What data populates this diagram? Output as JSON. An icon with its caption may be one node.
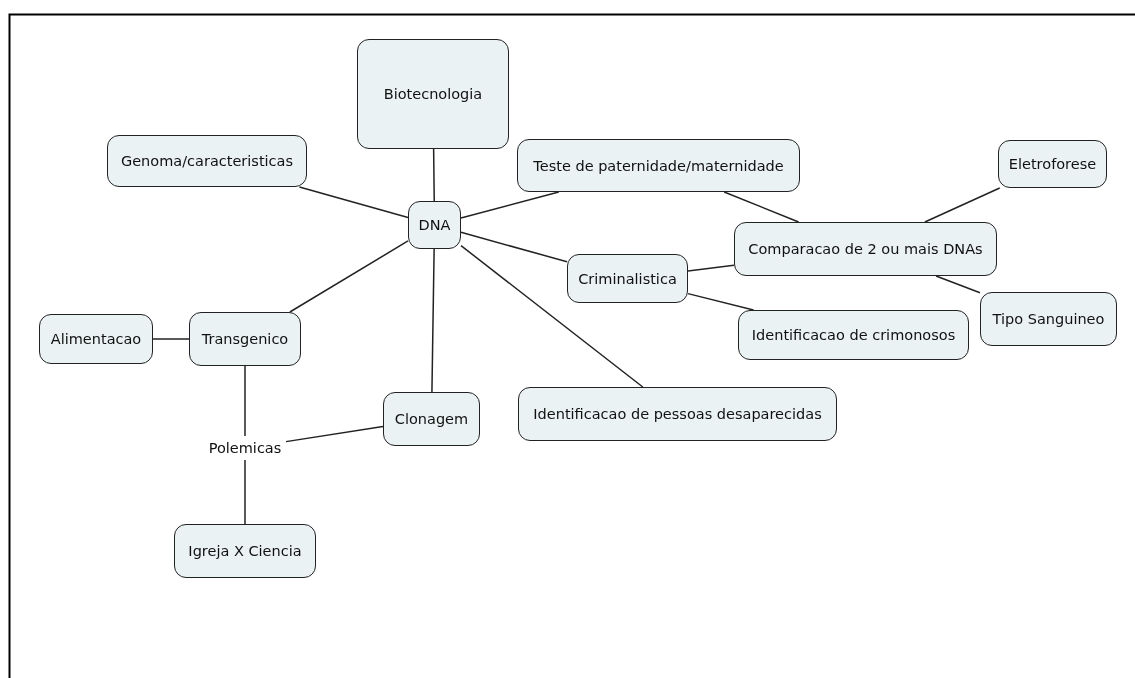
{
  "diagram": {
    "nodes": [
      {
        "text": [
          "Biotecnologia"
        ]
      },
      {
        "text": [
          "Genoma/caracteristicas"
        ]
      },
      {
        "text": [
          "Teste de paternidade/maternidade"
        ]
      },
      {
        "text": [
          "DNA"
        ]
      },
      {
        "text": [
          "Eletroforese"
        ]
      },
      {
        "text": [
          "Comparacao de 2 ou mais DNAs"
        ]
      },
      {
        "text": [
          "Criminalistica"
        ]
      },
      {
        "text": [
          "Alimentacao"
        ]
      },
      {
        "text": [
          "Transgenico"
        ]
      },
      {
        "text": [
          "Tipo Sanguineo"
        ]
      },
      {
        "text": [
          "Identificacao de crimonosos"
        ]
      },
      {
        "text": [
          "Clonagem"
        ]
      },
      {
        "text": [
          "Identificacao de pessoas desaparecidas"
        ]
      },
      {
        "text": [
          "Polemicas"
        ]
      },
      {
        "text": [
          "Igreja X Ciencia"
        ]
      }
    ],
    "edges": [
      {
        "from": 3,
        "to": 0,
        "arrow": "none"
      },
      {
        "from": 3,
        "to": 1,
        "arrow": "none"
      },
      {
        "from": 3,
        "to": 2,
        "arrow": "none"
      },
      {
        "from": 3,
        "to": 8,
        "arrow": "none"
      },
      {
        "from": 3,
        "to": 6,
        "arrow": "none"
      },
      {
        "from": 3,
        "to": 11,
        "arrow": "none"
      },
      {
        "from": 3,
        "to": 12,
        "arrow": "none"
      },
      {
        "from": 2,
        "to": 5,
        "arrow": "none"
      },
      {
        "from": 4,
        "to": 5,
        "arrow": "none"
      },
      {
        "from": 6,
        "to": 5,
        "arrow": "none"
      },
      {
        "from": 5,
        "to": 9,
        "arrow": "none"
      },
      {
        "from": 6,
        "to": 10,
        "arrow": "none"
      },
      {
        "from": 8,
        "to": 7,
        "arrow": "none"
      },
      {
        "from": 8,
        "to": 13,
        "arrow": "none"
      },
      {
        "from": 13,
        "to": 11,
        "arrow": "none"
      },
      {
        "from": 13,
        "to": 14,
        "arrow": "none"
      }
    ]
  }
}
